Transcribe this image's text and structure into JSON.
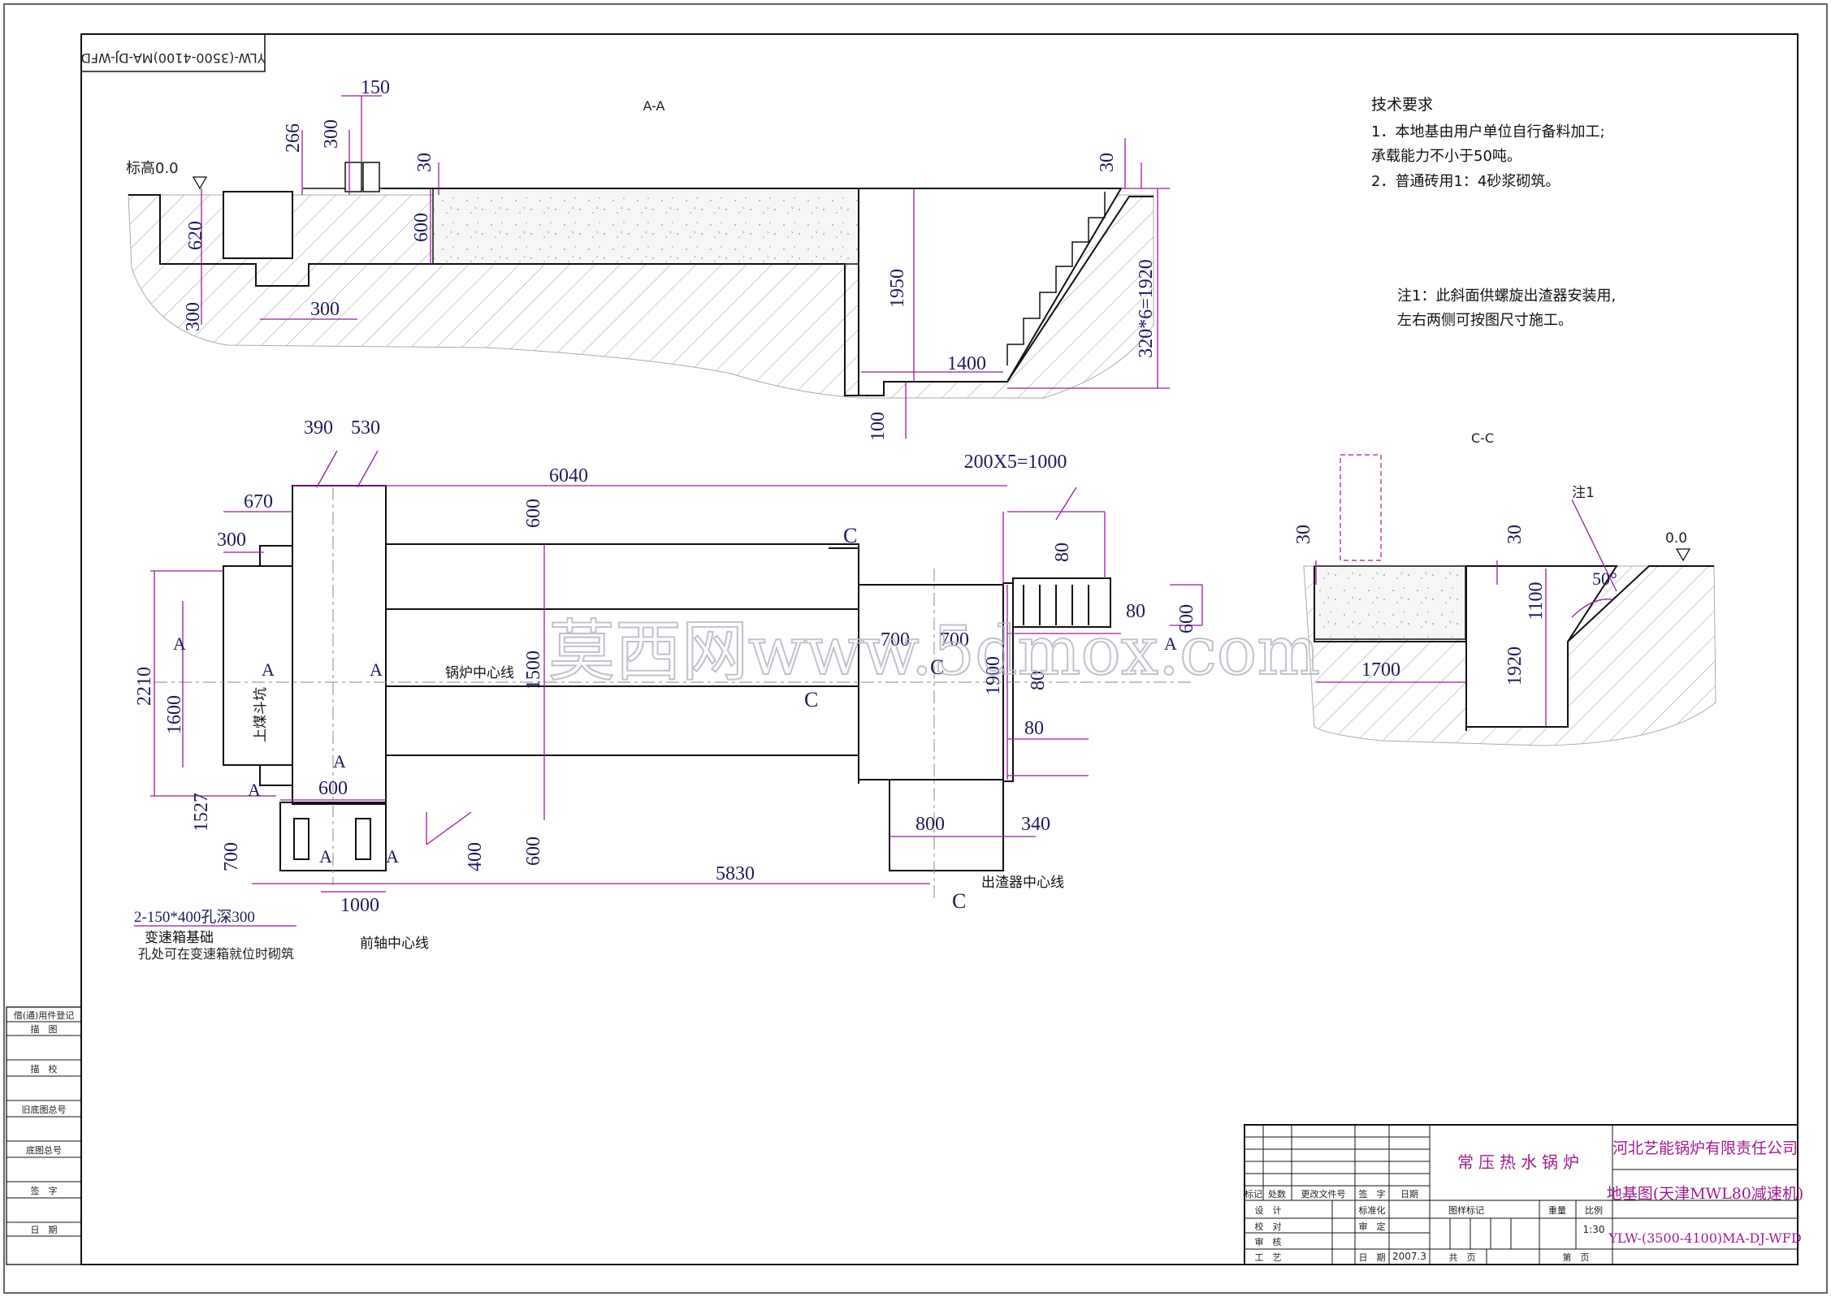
{
  "drawing_code": "YLW-(3500-4100)MA-DJ-WFD",
  "section_labels": {
    "aa": "A-A",
    "cc": "C-C"
  },
  "tech_req": {
    "title": "技术要求",
    "line1": "1．本地基由用户单位自行备料加工;",
    "line2": "承载能力不小于50吨。",
    "line3": "2．普通砖用1：4砂浆砌筑。"
  },
  "note1": {
    "line1": "注1：此斜面供螺旋出渣器安装用,",
    "line2": "左右两侧可按图尺寸施工。"
  },
  "aa_dims": {
    "d150": "150",
    "d266": "266",
    "d300a": "300",
    "d30a": "30",
    "elev": "标高0.0",
    "d620": "620",
    "d600": "600",
    "d300b": "300",
    "d300c": "300",
    "d30b": "30",
    "d1950": "1950",
    "d1400": "1400",
    "d100": "100",
    "d320x6": "320*6=1920"
  },
  "plan_dims": {
    "d390": "390",
    "d530": "530",
    "d6040": "6040",
    "d200x5": "200X5=1000",
    "d670": "670",
    "d300": "300",
    "d2210": "2210",
    "d1600": "1600",
    "d1527": "1527",
    "d600a": "600",
    "d1500": "1500",
    "d600b": "600",
    "d700a": "700",
    "d700b": "700",
    "d1900": "1900",
    "d80a": "80",
    "d80b": "80",
    "d80c": "80",
    "d80d": "80",
    "d600c": "600",
    "d800": "800",
    "d340": "340",
    "d600d": "600",
    "d700c": "700",
    "d400": "400",
    "d5830": "5830",
    "d1000": "1000"
  },
  "plan_labels": {
    "boiler_cl": "锅炉中心线",
    "coal_pit": "上煤斗坑",
    "slag_cl": "出渣器中心线",
    "front_axle_cl": "前轴中心线",
    "holes": "2-150*400孔深300",
    "gearbox": "变速箱基础",
    "gearbox_note": "孔处可在变速箱就位时砌筑",
    "A": "A",
    "C": "C"
  },
  "cc_dims": {
    "d30a": "30",
    "d30b": "30",
    "d1100": "1100",
    "d1920": "1920",
    "d1700": "1700",
    "angle": "50°",
    "note": "注1",
    "elev": "0.0"
  },
  "watermark": "莫西网www.5dmox.com",
  "left_table": [
    "借(通)用件登记",
    "描　图",
    "描　校",
    "旧底图总号",
    "底图总号",
    "签　字",
    "日　期"
  ],
  "title_block": {
    "product": "常压热水锅炉",
    "company": "河北艺能锅炉有限责任公司",
    "drawing_name": "地基图(天津MWL80减速机)",
    "code": "YLW-(3500-4100)MA-DJ-WFD",
    "scale": "1:30",
    "date": "2007.3",
    "h_mark": "标记",
    "h_count": "处数",
    "h_doc": "更改文件号",
    "h_sign": "签　字",
    "h_date": "日期",
    "r_design": "设　计",
    "r_check": "校　对",
    "r_review": "审　核",
    "r_process": "工　艺",
    "r_std": "标准化",
    "r_approve": "审　定",
    "r_dt": "日　期",
    "material": "图样标记",
    "weight": "重量",
    "ratio": "比例",
    "sheets_total": "共　页",
    "sheets_no": "第　页"
  },
  "colors": {
    "dim": "#9b1b9e",
    "line": "#111111",
    "text": "#1f1a5a",
    "magenta_text": "#a21a8c"
  }
}
